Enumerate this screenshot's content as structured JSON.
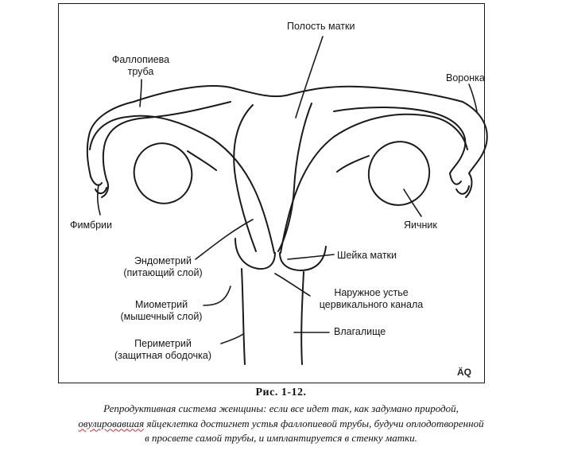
{
  "figure": {
    "labels": {
      "uterine_cavity": "Полость матки",
      "fallopian_tube": [
        "Фаллопиева",
        "труба"
      ],
      "infundibulum": "Воронка",
      "fimbriae": "Фимбрии",
      "ovary": "Яичник",
      "endometrium": [
        "Эндометрий",
        "(питающий слой)"
      ],
      "cervix": "Шейка матки",
      "external_os": [
        "Наружное устье",
        "цервикального канала"
      ],
      "myometrium": [
        "Миометрий",
        "(мышечный слой)"
      ],
      "vagina": "Влагалище",
      "perimetrium": [
        "Периметрий",
        "(защитная ободочка)"
      ]
    },
    "signature": "ÄQ"
  },
  "caption": {
    "title": "Рис.  1-12.",
    "line1": "Репродуктивная система женщины: если все идет так, как задумано природой,",
    "line2_underlined": "овулировавшая",
    "line2_rest": " яйцеклетка достигнет устья фаллопиевой трубы, будучи оплодотворенной",
    "line3": "в просвете самой трубы, и имплантируется в стенку матки."
  },
  "colors": {
    "line": "#1a1a1a",
    "spellcheck_underline": "#d03030"
  }
}
